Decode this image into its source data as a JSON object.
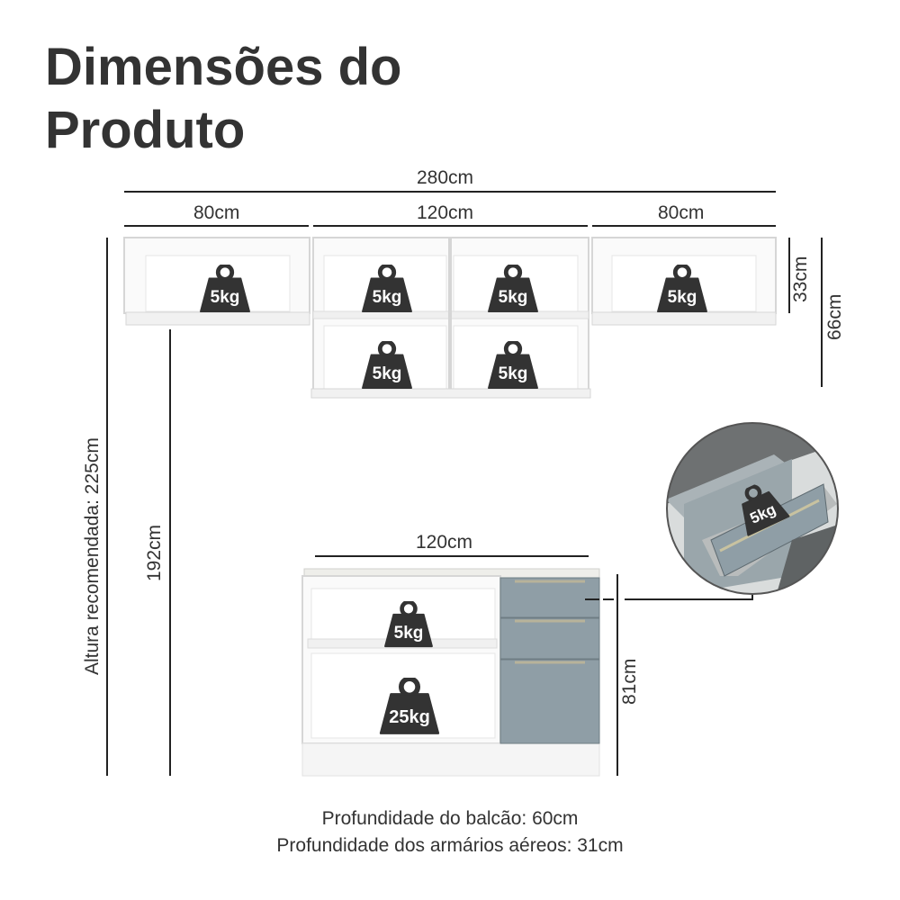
{
  "title": {
    "line1": "Dimensões do",
    "line2": "Produto"
  },
  "dimensions": {
    "total_width": "280cm",
    "left_cabinet": "80cm",
    "middle_cabinet": "120cm",
    "right_cabinet": "80cm",
    "upper_depth_height": "33cm",
    "upper_total_height": "66cm",
    "recommended_height": "Altura recomendada: 225cm",
    "floor_to_upper": "192cm",
    "counter_width": "120cm",
    "counter_height": "81cm"
  },
  "weights": {
    "upper_left": "5kg",
    "upper_mid_1": "5kg",
    "upper_mid_2": "5kg",
    "upper_right": "5kg",
    "lower_mid_1": "5kg",
    "lower_mid_2": "5kg",
    "counter_shelf": "5kg",
    "counter_bottom": "25kg",
    "drawer": "5kg"
  },
  "footer": {
    "counter_depth": "Profundidade do balcão: 60cm",
    "upper_depth": "Profundidade dos armários aéreos: 31cm"
  },
  "colors": {
    "text": "#333333",
    "cabinet_white": "#ffffff",
    "cabinet_edge": "#dcdcdc",
    "door_gray_blue": "#8c9ba3",
    "weight_icon": "#333333"
  }
}
